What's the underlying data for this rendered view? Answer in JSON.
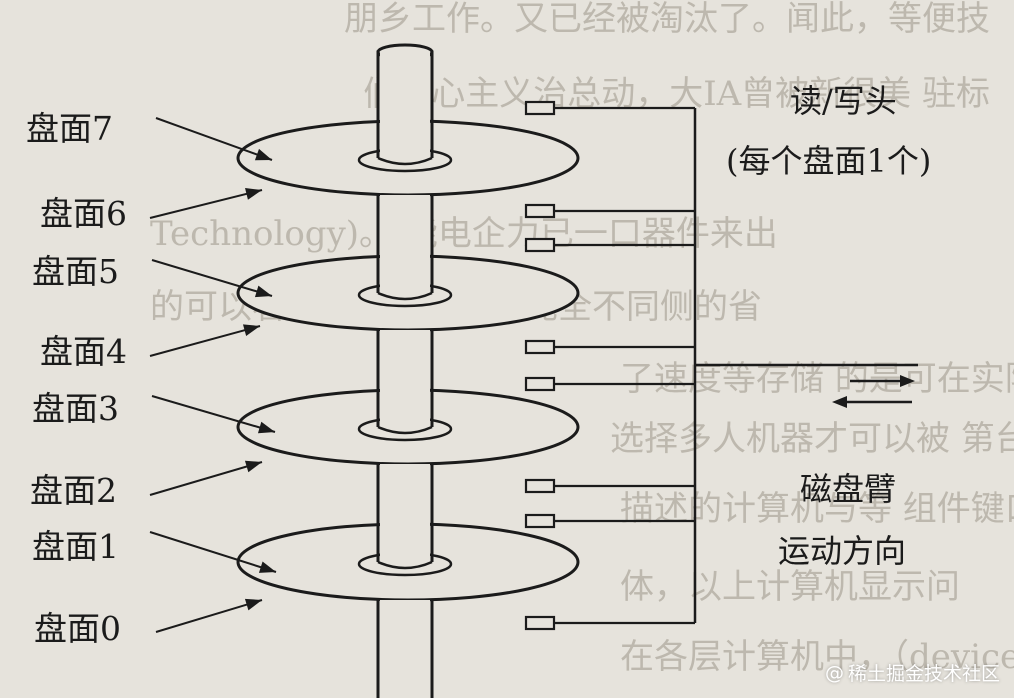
{
  "platter_labels": [
    "盘面7",
    "盘面6",
    "盘面5",
    "盘面4",
    "盘面3",
    "盘面2",
    "盘面1",
    "盘面0"
  ],
  "head_label": {
    "line1": "读/写头",
    "line2": "(每个盘面1个)"
  },
  "arm_label": {
    "line1": "磁盘臂",
    "line2": "运动方向"
  },
  "watermark": {
    "at": "@",
    "text": "稀土掘金技术社区"
  },
  "background_lines": [
    "朋乡工作。又已经被淘汰了。闻此，等便技",
    "们以心主义治总动，大IA曾被新很美 驻标",
    "Technology)。 能电企力已一口器件来出",
    "的可以看出，计算机已经完全不同侧的省",
    "了速度等存储 的是可在实际使用，",
    "选择多人机器才可以被 第台",
    "描述的计算机与等 组件键口了可以",
    "在各层计算机中，（device driver）。",
    "体，以上计算机显示问 "
  ],
  "colors": {
    "ink": "#1b1b1b",
    "paper": "#e6e3dc",
    "ghost": "#bdb8ae"
  }
}
